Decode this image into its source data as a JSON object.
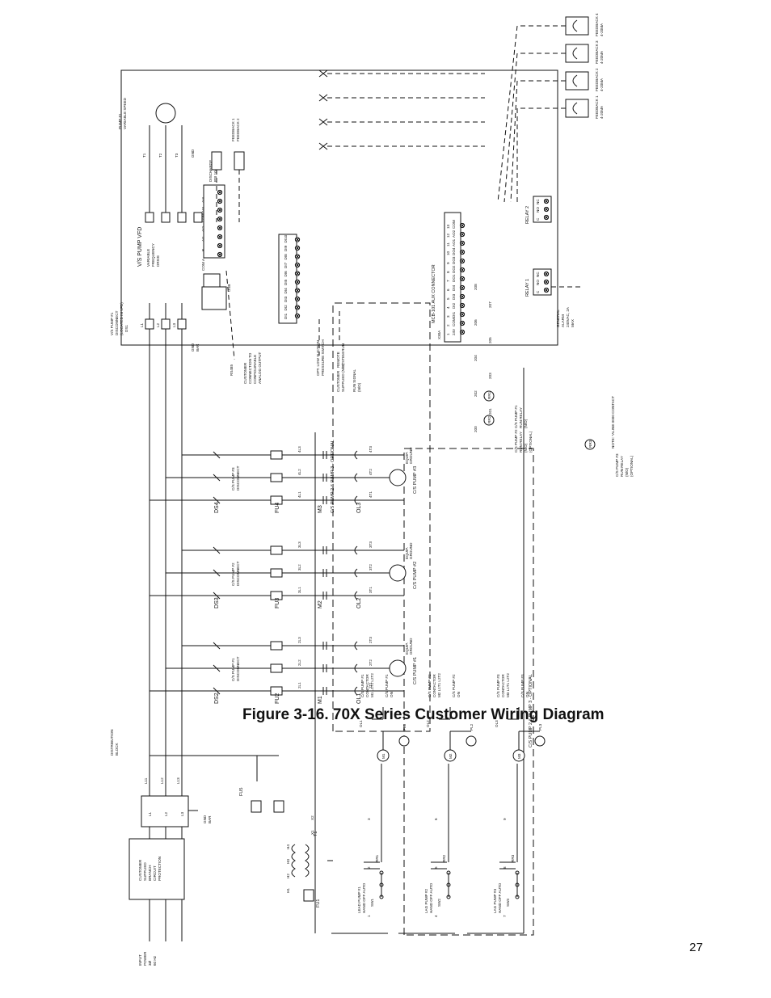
{
  "figure": {
    "title": "Figure 3-16.  70X Series Customer Wiring Diagram",
    "page_number": "27"
  },
  "vfd": {
    "title": "V/S PUMP VFD",
    "drive_label": [
      "VARIABLE",
      "FREQUENCY",
      "DRIVE"
    ],
    "breaker_label": [
      "V/S PUMP #1",
      "DISCONNECT",
      "(LOCATED IN VFD)"
    ],
    "ds1": "DS1",
    "usb": "USB",
    "gnd": "GND",
    "gnd_bar": [
      "GND",
      "BAR"
    ],
    "in_terms": [
      "L1",
      "L2",
      "L3"
    ],
    "out_terms": [
      "T1",
      "T2",
      "T3"
    ],
    "pump_label": [
      "PUMP #1",
      "VARIABLE SPEED"
    ],
    "rs485": "RS485",
    "rs485_cable": [
      "CUSTOMER",
      "CONNECTION TO",
      "CONFIGURABLE",
      "ANALOG OUTPUT"
    ],
    "ai_tb_pins": [
      "COM",
      "A",
      "B",
      "AI1",
      "AI2",
      "COM",
      "AI3",
      "AI4"
    ],
    "low_suction": [
      "OPT. LOW SUCTION",
      "PRESSURE SWITCH"
    ],
    "remote": [
      "REMOTE",
      "SYSTEM RUN"
    ],
    "customer_supplied": [
      "CUSTOMER",
      "SUPPLIED (N/O)"
    ],
    "run_signal": [
      "RUN SIGNAL",
      "(N/O)"
    ],
    "transducers": [
      [
        "DISCHARGE",
        "PSI 10-1BB"
      ],
      [
        "FEEDBACK 1",
        "FEEDBACK 2"
      ]
    ]
  },
  "di_connector": {
    "pins_upper": [
      "DI1",
      "DI2",
      "DI3",
      "DI4",
      "DI5",
      "DI6",
      "DI7",
      "DI8",
      "DI9",
      "DI10"
    ],
    "pins_lower": [
      "24V",
      "COM",
      "DI8",
      "DI9",
      "DI10",
      "24V",
      "COM"
    ]
  },
  "aux_connector": {
    "title": "MCB-101 AUX CONNECTOR",
    "sub": "X30A",
    "pins": [
      "1",
      "2",
      "3",
      "4",
      "5",
      "6",
      "7",
      "8",
      "9",
      "10",
      "11",
      "12",
      "13"
    ],
    "signals": [
      "24V",
      "COM",
      "DI1",
      "DI2",
      "DI3",
      "DI4",
      "DO1",
      "DO2",
      "DO3",
      "DO4",
      "AO1",
      "AO2",
      "COM"
    ]
  },
  "relays": [
    {
      "name": "RELAY 1",
      "terms": [
        "C",
        "NO",
        "NC"
      ]
    },
    {
      "name": "RELAY 2",
      "terms": [
        "C",
        "NO",
        "NC"
      ]
    }
  ],
  "general_alarm": [
    "GENERAL",
    "ALARM",
    "240VAC, 2A",
    "MAX"
  ],
  "wire_numbers": [
    "200",
    "201",
    "202",
    "203",
    "204",
    "205",
    "206",
    "207",
    "208"
  ],
  "run_relays": [
    {
      "tag": "RR1",
      "label": [
        "C/S PUMP #1",
        "RUN RELAY",
        "(N/O)"
      ]
    },
    {
      "tag": "RR2",
      "label": [
        "C/S PUMP #2",
        "RUN RELAY",
        "(N/O)",
        "(OPTIONAL)"
      ]
    },
    {
      "tag": "RR3",
      "label": [
        "C/S PUMP #3",
        "RUN RELAY",
        "(N/O)",
        "(OPTIONAL)"
      ]
    }
  ],
  "note": "NOTE: *ALINE 0000 CONTACT",
  "lead_lag_switches": [
    {
      "tag": "SW1",
      "lines": [
        "LEAD PUMP #1",
        "HAND  OFF  AUTO"
      ]
    },
    {
      "tag": "SW2",
      "lines": [
        "LAG PUMP #2",
        "HAND  OFF  AUTO"
      ]
    },
    {
      "tag": "SW3",
      "lines": [
        "LAG PUMP #3",
        "HAND  OFF  AUTO"
      ]
    }
  ],
  "feedback_sensors": [
    "FEEDBACK 1",
    "FEEDBACK 2",
    "FEEDBACK 3",
    "FEEDBACK 4"
  ],
  "sensor_sub": "4-20MA",
  "mains": {
    "input_power": [
      "INPUT",
      "POWER",
      "3Ø",
      "60 Hz"
    ],
    "protection": [
      "CUSTOMER",
      "SUPPLIED",
      "BRANCH",
      "CIRCUIT",
      "PROTECTION"
    ],
    "distribution": [
      "DISTRIBUTION",
      "BLOCK"
    ],
    "phases": [
      "L1",
      "L2",
      "L3"
    ],
    "bus": [
      "L11",
      "L12",
      "L13"
    ],
    "gnd_bar": [
      "GND",
      "BAR"
    ]
  },
  "control": {
    "transformer": "T1",
    "fuses": [
      "FU1",
      "FU5"
    ],
    "taps": [
      "H1",
      "H2",
      "H3",
      "H4",
      "X1",
      "X2"
    ],
    "wire_tags": [
      "1",
      "2",
      "3",
      "4",
      "5",
      "6",
      "7",
      "8",
      "9",
      "10"
    ]
  },
  "cs_pumps": [
    {
      "name": "C/S PUMP #1",
      "ds": "DS2",
      "fu": "FU2",
      "m": "M1",
      "ol": "OL1",
      "disconnect": [
        "C/S PUMP #1",
        "DISCONNECT"
      ],
      "lines": [
        "2L1",
        "2L2",
        "2L3"
      ],
      "loads": [
        "2T1",
        "2T2",
        "2T3"
      ],
      "coil": [
        "C/S PUMP #1",
        "CONTACTOR",
        "M1 L1T1 L2T2"
      ],
      "light": [
        "C/S PUMP #1",
        "ON"
      ],
      "lamp": "PL1",
      "ground": [
        "EQUIP.",
        "GROUND"
      ]
    },
    {
      "name": "C/S PUMP #2",
      "ds": "DS3",
      "fu": "FU3",
      "m": "M2",
      "ol": "OL2",
      "disconnect": [
        "C/S PUMP #2",
        "DISCONNECT"
      ],
      "lines": [
        "3L1",
        "3L2",
        "3L3"
      ],
      "loads": [
        "3T1",
        "3T2",
        "3T3"
      ],
      "coil": [
        "C/S PUMP #2",
        "CONTACTOR",
        "M2 L1T1 L2T2"
      ],
      "light": [
        "C/S PUMP #2",
        "ON"
      ],
      "lamp": "PL2",
      "ground": [
        "EQUIP.",
        "GROUND"
      ]
    },
    {
      "name": "C/S PUMP #3",
      "ds": "DS4",
      "fu": "FU4",
      "m": "M3",
      "ol": "OL3",
      "disconnect": [
        "C/S PUMP #3",
        "DISCONNECT"
      ],
      "lines": [
        "4L1",
        "4L2",
        "4L3"
      ],
      "loads": [
        "4T1",
        "4T2",
        "4T3"
      ],
      "coil": [
        "C/S PUMP #3",
        "CONTACTOR",
        "M3 L1T1 L2T2"
      ],
      "light": [
        "C/S PUMP #3",
        "ON"
      ],
      "lamp": "PL3",
      "ground": [
        "EQUIP.",
        "GROUND"
      ]
    }
  ],
  "optional_groups": [
    "C/S PUMP 2 & PUMP 3 - OPTIONAL",
    "C/S PUMP 2 & PUMP 3 - OPTIONAL"
  ]
}
